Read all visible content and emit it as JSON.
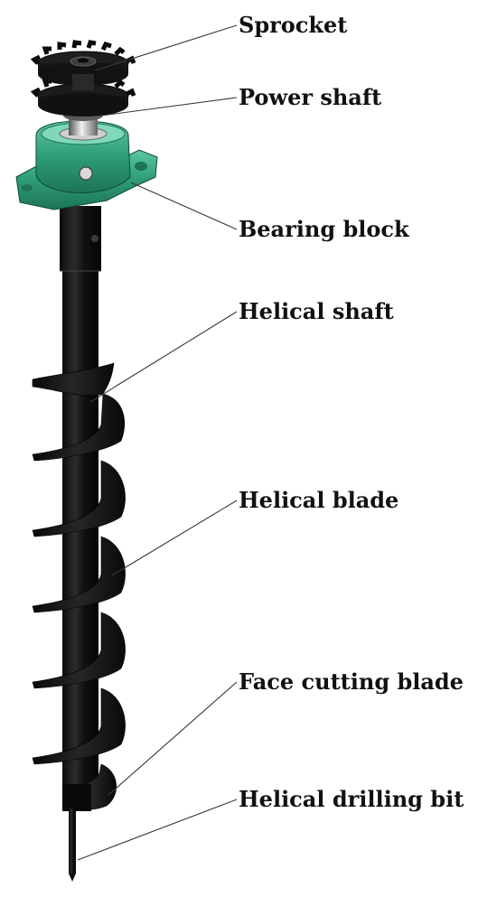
{
  "labels": {
    "sprocket": "Sprocket",
    "power_shaft": "Power shaft",
    "bearing_block": "Bearing block",
    "helical_shaft": "Helical shaft",
    "helical_blade": "Helical blade",
    "face_cutting_blade": "Face cutting blade",
    "helical_drilling_bit": "Helical drilling bit"
  },
  "colors": {
    "bearing_block": "#2e9c78",
    "shaft": "#1a1a1a",
    "sprocket": "#202020",
    "label_text": "#111111"
  }
}
